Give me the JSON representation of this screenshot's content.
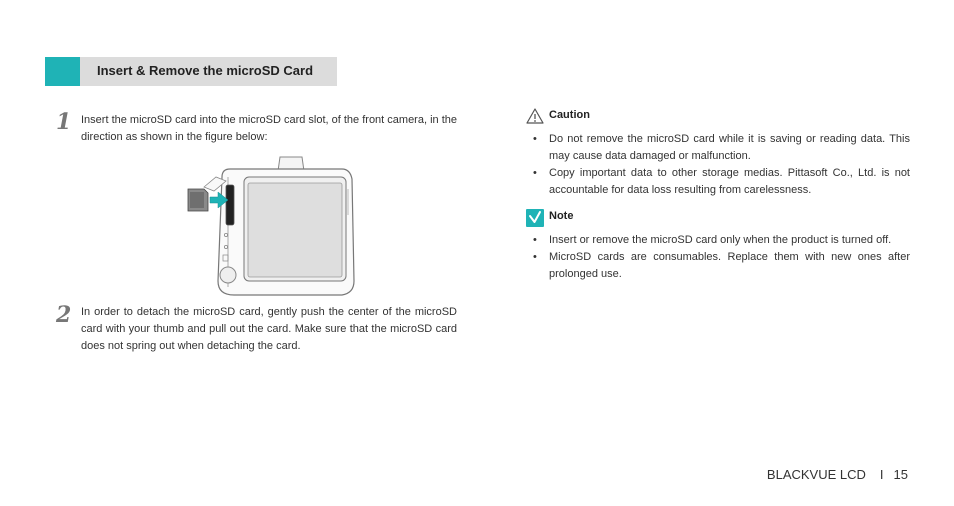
{
  "section": {
    "title": "Insert & Remove the microSD Card",
    "accent_color": "#1fb3b6",
    "bar_color": "#dcdcdc"
  },
  "steps": [
    {
      "number": "1",
      "text": "Insert the microSD card into the microSD card slot, of the front camera, in the direction as shown in the figure below:"
    },
    {
      "number": "2",
      "text": "In order to detach the microSD card, gently push the center of the microSD card with your thumb and pull out the card. Make sure that the microSD card does not spring out when detaching the card."
    }
  ],
  "figure": {
    "icon": "dashcam-microsd-insert-illustration",
    "arrow_color": "#1fb3b6"
  },
  "caution": {
    "title": "Caution",
    "icon": "warning-triangle-icon",
    "items": [
      "Do not remove the microSD card while it is saving or reading data. This may cause data damaged or malfunction.",
      "Copy important data to other storage medias. Pittasoft Co., Ltd. is not accountable for data loss resulting from carelessness."
    ]
  },
  "note": {
    "title": "Note",
    "icon": "check-icon",
    "icon_color": "#1fb3b6",
    "items": [
      "Insert or remove the microSD card only when the product is turned off.",
      "MicroSD cards are consumables. Replace them with new ones after prolonged use."
    ]
  },
  "footer": {
    "product": "BLACKVUE LCD",
    "separator": "I",
    "page": "15"
  }
}
